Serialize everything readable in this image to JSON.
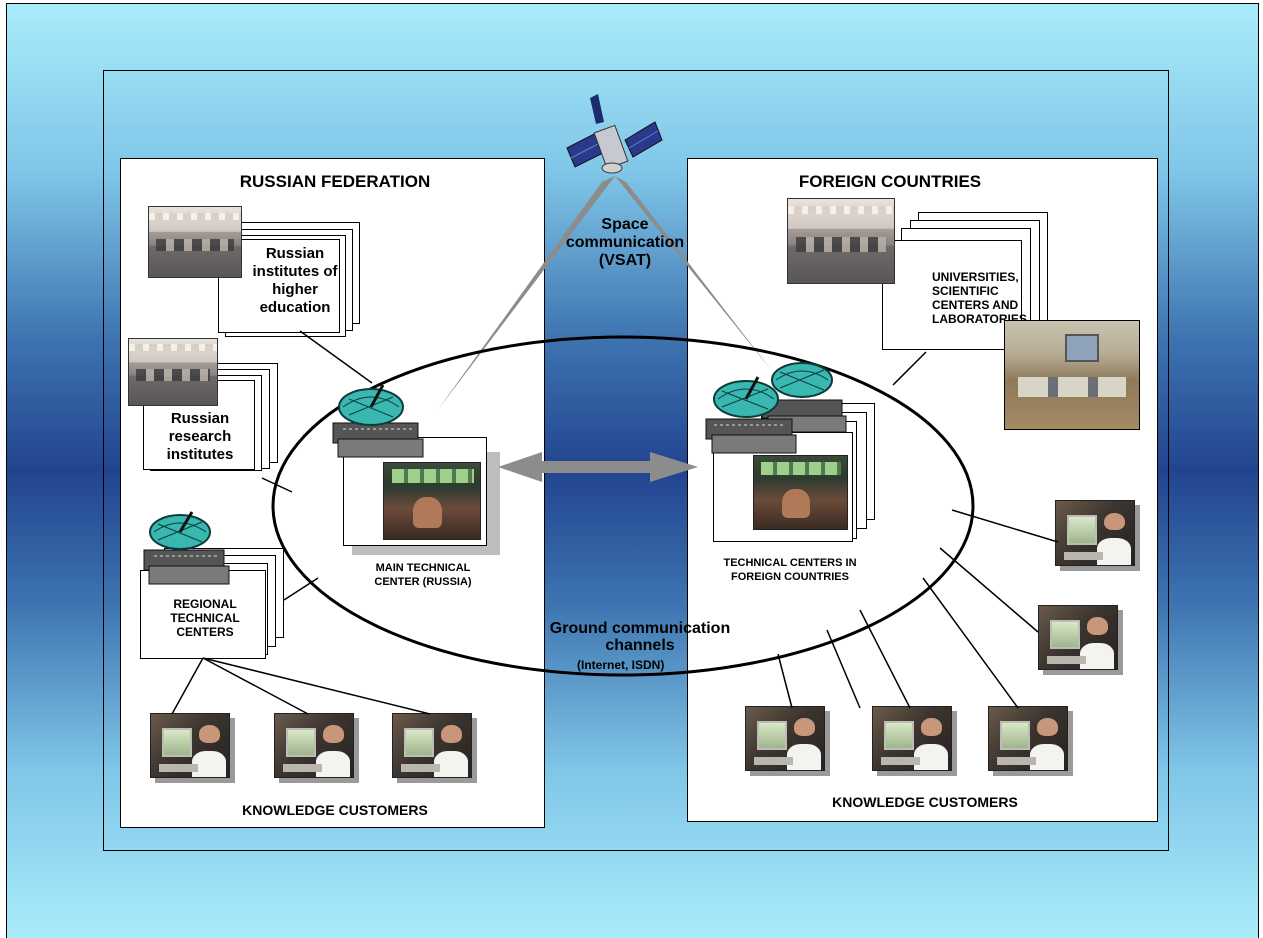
{
  "russia": {
    "title": "RUSSIAN FEDERATION",
    "universities_label": "Russian institutes of higher education",
    "research_label": "Russian research institutes",
    "regional_label": "REGIONAL TECHNICAL CENTERS",
    "main_center_label": "MAIN TECHNICAL CENTER (RUSSIA)",
    "customers_label": "KNOWLEDGE CUSTOMERS"
  },
  "foreign": {
    "title": "FOREIGN COUNTRIES",
    "universities_label": "UNIVERSITIES, SCIENTIFIC CENTERS AND LABORATORIES",
    "tech_centers_label": "TECHNICAL CENTERS IN FOREIGN COUNTRIES",
    "customers_label": "KNOWLEDGE CUSTOMERS"
  },
  "links": {
    "space_label": "Space communication (VSAT)",
    "ground_label": "Ground communication channels",
    "ground_sub_label": "(Internet, ISDN)"
  },
  "icons": {
    "satellite": "satellite-icon",
    "dish": "satellite-dish-icon",
    "server": "server-rack-icon",
    "office_photo": "office-photo",
    "worker_photo": "computer-user-photo",
    "control_photo": "control-room-photo",
    "classroom_photo": "classroom-photo"
  },
  "colors": {
    "background_light": "#a9ecfa",
    "background_dark": "#22448f",
    "beam": "#8c8c8c",
    "arrow": "#8c8c8c",
    "dish": "#39b7b0"
  }
}
